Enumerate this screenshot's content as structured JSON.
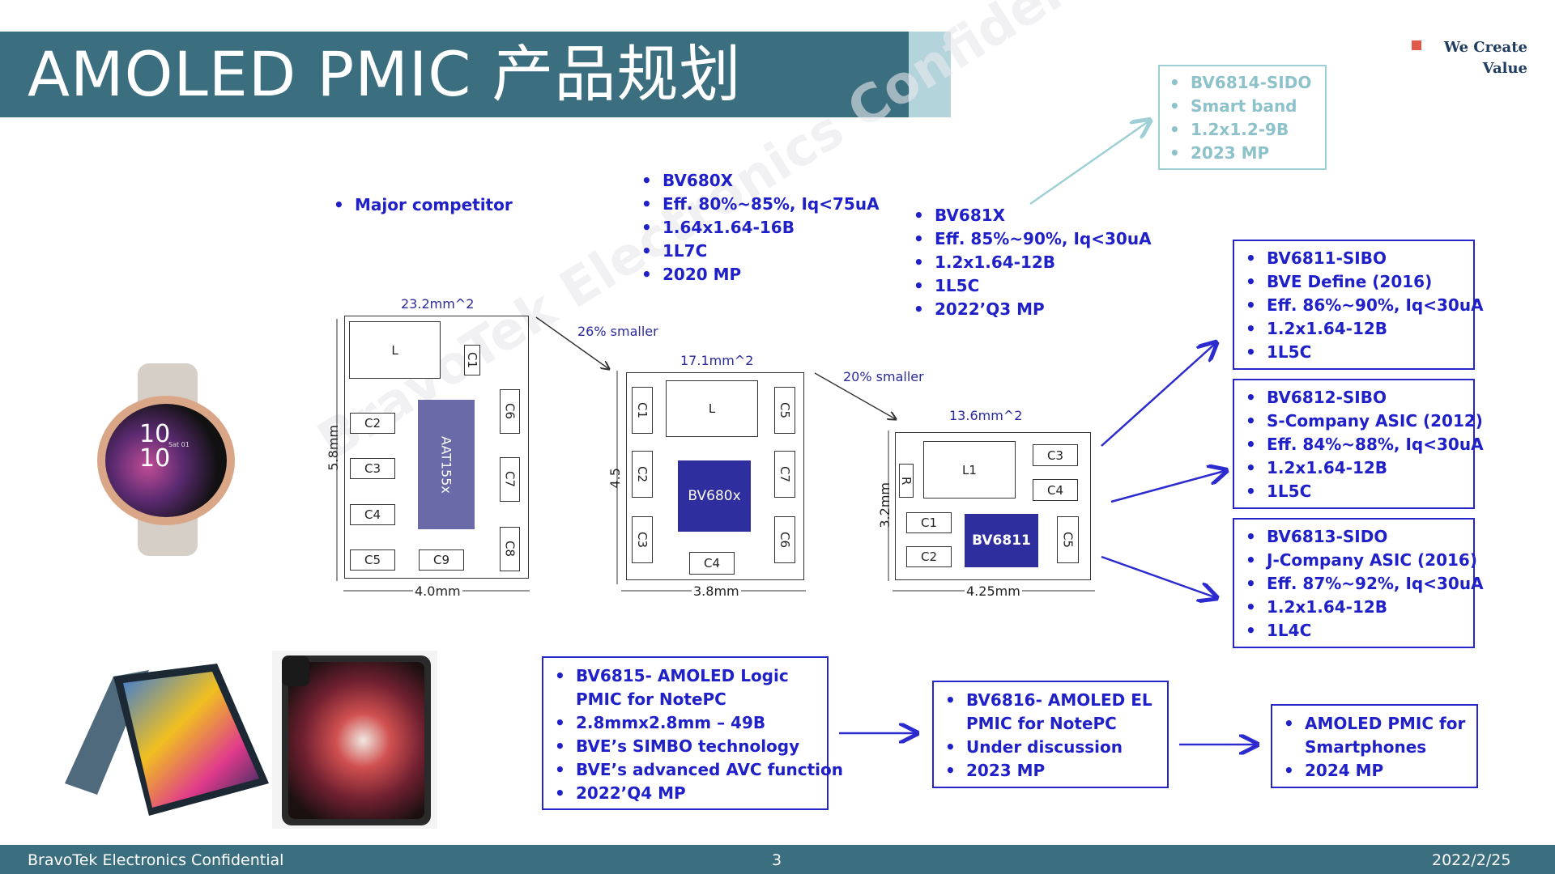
{
  "title": "AMOLED PMIC 产品规划",
  "brand": {
    "line1": "We Create",
    "line2": "Value"
  },
  "competitor": {
    "label": "Major competitor",
    "area": "23.2mm^2",
    "height": "5.8mm",
    "width": "4.0mm",
    "chip_main": "AAT155x",
    "parts": [
      "L",
      "C1",
      "C2",
      "C3",
      "C4",
      "C5",
      "C6",
      "C7",
      "C8",
      "C9"
    ]
  },
  "bv680x": {
    "specs": [
      "BV680X",
      "Eff. 80%~85%, Iq<75uA",
      "1.64x1.64-16B",
      "1L7C",
      "2020 MP"
    ],
    "reduction": "26% smaller",
    "area": "17.1mm^2",
    "height": "4.5",
    "width": "3.8mm",
    "chip_main": "BV680x",
    "parts": [
      "L",
      "C1",
      "C2",
      "C3",
      "C4",
      "C5",
      "C6",
      "C7"
    ]
  },
  "bv681x": {
    "specs": [
      "BV681X",
      "Eff. 85%~90%, Iq<30uA",
      "1.2x1.64-12B",
      "1L5C",
      "2022’Q3 MP"
    ],
    "reduction": "20% smaller",
    "area": "13.6mm^2",
    "height": "3.2mm",
    "width": "4.25mm",
    "chip_main": "BV6811",
    "parts": [
      "L1",
      "R",
      "C1",
      "C2",
      "C3",
      "C4",
      "C5"
    ]
  },
  "boxes": {
    "bv6814": [
      "BV6814-SIDO",
      "Smart band",
      "1.2x1.2-9B",
      "2023 MP"
    ],
    "bv6811": [
      "BV6811-SIBO",
      "BVE Define (2016)",
      "Eff. 86%~90%, Iq<30uA",
      "1.2x1.64-12B",
      "1L5C"
    ],
    "bv6812": [
      "BV6812-SIBO",
      "S-Company ASIC (2012)",
      "Eff. 84%~88%, Iq<30uA",
      "1.2x1.64-12B",
      "1L5C"
    ],
    "bv6813": [
      "BV6813-SIDO",
      "J-Company ASIC (2016)",
      "Eff. 87%~92%, Iq<30uA",
      "1.2x1.64-12B",
      "1L4C"
    ],
    "bv6815": [
      "BV6815- AMOLED Logic PMIC for NotePC",
      "2.8mmx2.8mm – 49B",
      "BVE’s SIMBO technology",
      "BVE’s advanced AVC function",
      "2022’Q4 MP"
    ],
    "bv6816": [
      "BV6816- AMOLED EL PMIC for NotePC",
      "Under discussion",
      "2023 MP"
    ],
    "smartphone": [
      "AMOLED PMIC for Smartphones",
      "2024 MP"
    ]
  },
  "watermark": "BravoTek Electronics Confidential, Only for",
  "watch": {
    "time_h": "10",
    "time_m": "10",
    "date": "Sat 01"
  },
  "footer": {
    "left": "BravoTek Electronics Confidential",
    "page": "3",
    "date": "2022/2/25"
  },
  "colors": {
    "title_bar": "#3b6e7f",
    "accent": "#b4d4db",
    "text_blue": "#2020c8",
    "chip_blue": "#2e2e9e",
    "competitor_chip": "#6a6aa8",
    "faded": "#8ec2ca"
  }
}
